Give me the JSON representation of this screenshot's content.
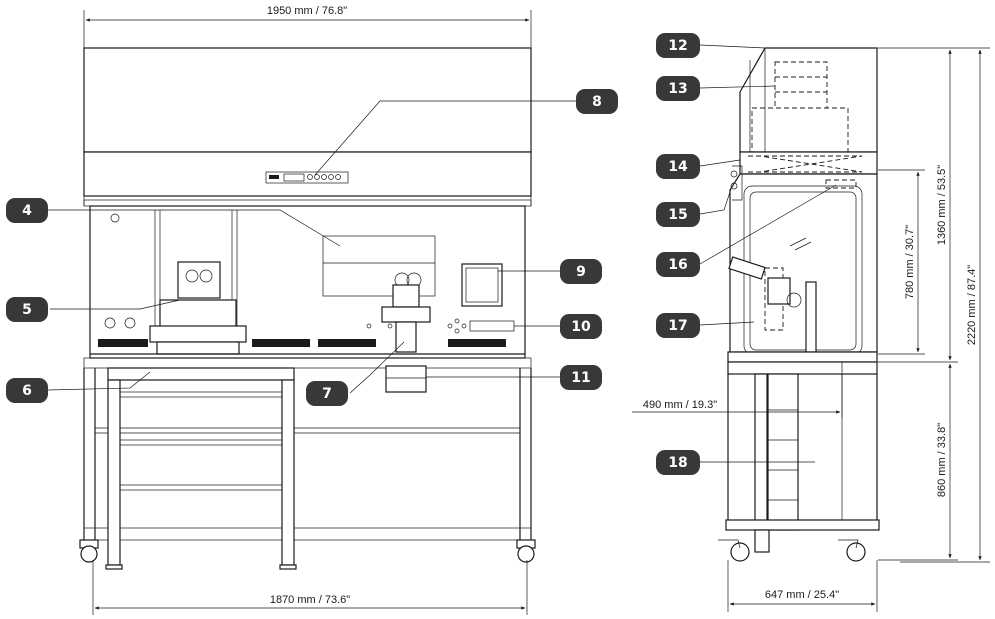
{
  "dimensions": {
    "width_total": "1950 mm  / 76.8\"",
    "width_stand": "1870 mm / 73.6\"",
    "depth_side": "647 mm / 25.4\"",
    "depth_inner": "490 mm / 19.3\"",
    "height_cabinet": "1360 mm / 53.5\"",
    "height_total": "2220 mm / 87.4\"",
    "height_window": "780 mm / 30.7\"",
    "height_stand": "860 mm / 33.8\""
  },
  "callouts": [
    {
      "id": "c4",
      "label": "4"
    },
    {
      "id": "c5",
      "label": "5"
    },
    {
      "id": "c6",
      "label": "6"
    },
    {
      "id": "c7",
      "label": "7"
    },
    {
      "id": "c8",
      "label": "8"
    },
    {
      "id": "c9",
      "label": "9"
    },
    {
      "id": "c10",
      "label": "10"
    },
    {
      "id": "c11",
      "label": "11"
    },
    {
      "id": "c12",
      "label": "12"
    },
    {
      "id": "c13",
      "label": "13"
    },
    {
      "id": "c14",
      "label": "14"
    },
    {
      "id": "c15",
      "label": "15"
    },
    {
      "id": "c16",
      "label": "16"
    },
    {
      "id": "c17",
      "label": "17"
    },
    {
      "id": "c18",
      "label": "18"
    }
  ]
}
